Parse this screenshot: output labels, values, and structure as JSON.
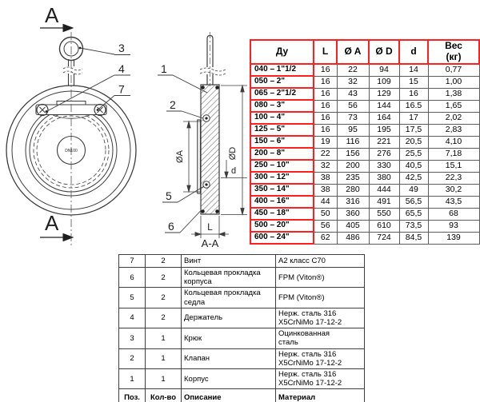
{
  "colors": {
    "accent": "#ff1f1f",
    "line": "#3c3c3c"
  },
  "drawing": {
    "section_arrow_top": "A",
    "section_arrow_bottom": "A",
    "dn_label": "DN100",
    "section_title": "A-A",
    "dim_a": "ØA",
    "dim_big_d": "ØD",
    "dim_small_d": "d",
    "dim_l": "L",
    "balloon_1": "1",
    "balloon_2": "2",
    "balloon_3": "3",
    "balloon_4": "4",
    "balloon_5": "5",
    "balloon_6": "6",
    "balloon_7": "7"
  },
  "dims_table": {
    "headers": [
      "Ду",
      "L",
      "Ø A",
      "Ø D",
      "d",
      "Вес\n(кг)"
    ],
    "rows": [
      [
        "040 – 1\"1/2",
        "16",
        "22",
        "94",
        "14",
        "0,77"
      ],
      [
        "050 – 2\"",
        "16",
        "32",
        "109",
        "15",
        "1,00"
      ],
      [
        "065 – 2\"1/2",
        "16",
        "43",
        "129",
        "16",
        "1,38"
      ],
      [
        "080 – 3\"",
        "16",
        "56",
        "144",
        "16.5",
        "1,65"
      ],
      [
        "100 – 4\"",
        "16",
        "73",
        "164",
        "17",
        "2,02"
      ],
      [
        "125 – 5\"",
        "16",
        "95",
        "195",
        "17,5",
        "2,83"
      ],
      [
        "150 – 6\"",
        "19",
        "116",
        "221",
        "20,5",
        "4,10"
      ],
      [
        "200 – 8\"",
        "22",
        "156",
        "276",
        "25,5",
        "7,18"
      ],
      [
        "250 – 10\"",
        "32",
        "200",
        "330",
        "40,5",
        "15,1"
      ],
      [
        "300 – 12\"",
        "38",
        "235",
        "380",
        "42,5",
        "22,3"
      ],
      [
        "350 – 14\"",
        "38",
        "280",
        "444",
        "49",
        "30,2"
      ],
      [
        "400 – 16\"",
        "44",
        "316",
        "491",
        "56,5",
        "43,5"
      ],
      [
        "450 – 18\"",
        "50",
        "360",
        "550",
        "65,5",
        "68"
      ],
      [
        "500 – 20\"",
        "56",
        "405",
        "610",
        "73,5",
        "93"
      ],
      [
        "600 – 24\"",
        "62",
        "486",
        "724",
        "84,5",
        "139"
      ]
    ]
  },
  "parts_table": {
    "headers": [
      "Поз.",
      "Кол-во",
      "Описание",
      "Материал"
    ],
    "rows": [
      [
        "7",
        "2",
        "Винт",
        "A2 класс C70"
      ],
      [
        "6",
        "2",
        "Кольцевая прокладка\nкорпуса",
        "FPM (Viton®)"
      ],
      [
        "5",
        "2",
        "Кольцевая прокладка\nседла",
        "FPM (Viton®)"
      ],
      [
        "4",
        "2",
        "Держатель",
        "Нерж. сталь 316\nX5CrNiMo 17-12-2"
      ],
      [
        "3",
        "1",
        "Крюк",
        "Оцинкованная\nсталь"
      ],
      [
        "2",
        "1",
        "Клапан",
        "Нерж. сталь 316\nX5CrNiMo 17-12-2"
      ],
      [
        "1",
        "1",
        "Корпус",
        "Нерж. сталь 316\nX5CrNiMo 17-12-2"
      ]
    ]
  }
}
